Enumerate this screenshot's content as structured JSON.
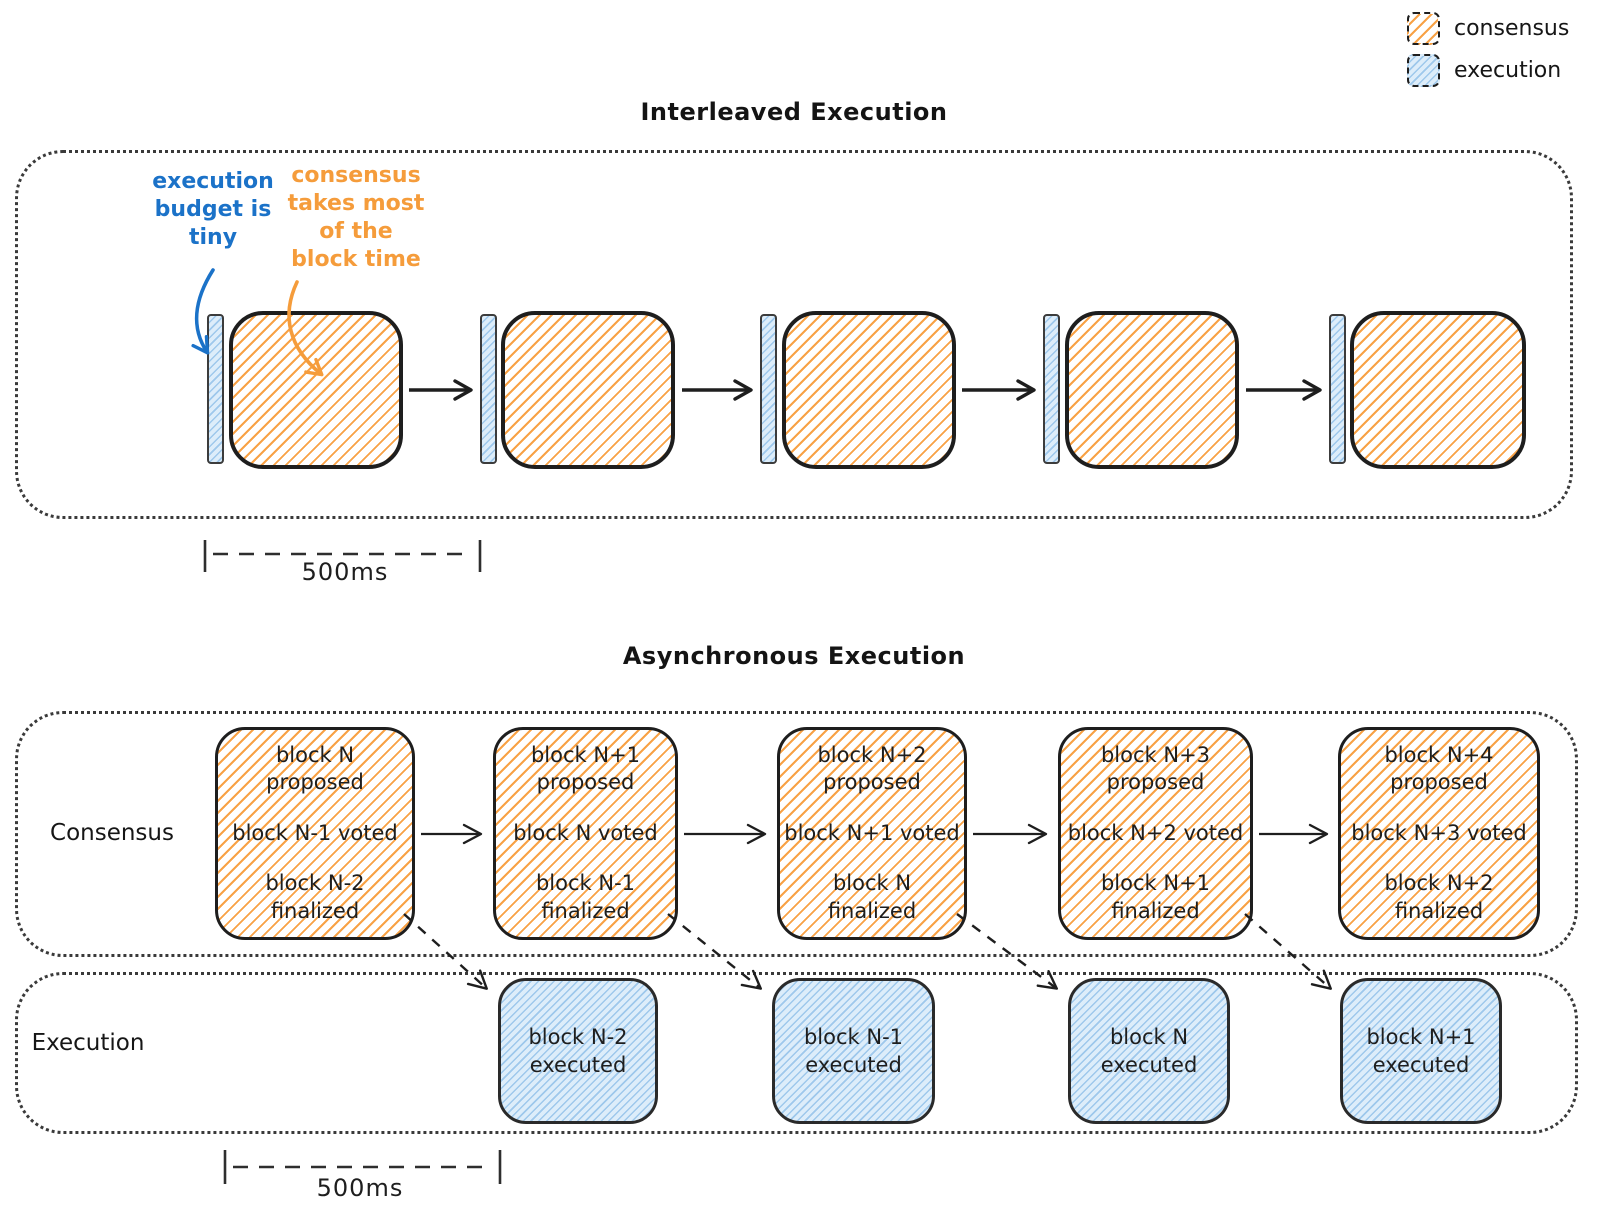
{
  "legend": {
    "consensus_label": "consensus",
    "execution_label": "execution"
  },
  "interleaved": {
    "title": "Interleaved Execution",
    "annotation_execution": "execution\nbudget is\ntiny",
    "annotation_consensus": "consensus\ntakes most\nof the\nblock time",
    "measurement_label": "500ms",
    "group_count": 5
  },
  "asynchronous": {
    "title": "Asynchronous Execution",
    "consensus_row_label": "Consensus",
    "execution_row_label": "Execution",
    "measurement_label": "500ms",
    "consensus_blocks": [
      {
        "proposed": "block N\nproposed",
        "voted": "block N-1 voted",
        "finalized": "block N-2\nfinalized"
      },
      {
        "proposed": "block N+1\nproposed",
        "voted": "block N voted",
        "finalized": "block N-1\nfinalized"
      },
      {
        "proposed": "block N+2\nproposed",
        "voted": "block N+1 voted",
        "finalized": "block N\nfinalized"
      },
      {
        "proposed": "block N+3\nproposed",
        "voted": "block N+2 voted",
        "finalized": "block N+1\nfinalized"
      },
      {
        "proposed": "block N+4\nproposed",
        "voted": "block N+3 voted",
        "finalized": "block N+2\nfinalized"
      }
    ],
    "execution_blocks": [
      {
        "label": "block N-2\nexecuted"
      },
      {
        "label": "block N-1\nexecuted"
      },
      {
        "label": "block N\nexecuted"
      },
      {
        "label": "block N+1\nexecuted"
      }
    ]
  },
  "colors": {
    "consensus_hatch": "#f89d3c",
    "execution_hatch": "#7db4e4",
    "execution_fill": "#ddedfa",
    "annotation_blue": "#1b72c8",
    "annotation_orange": "#f59c3b",
    "stroke_black": "#1e1e1e"
  }
}
